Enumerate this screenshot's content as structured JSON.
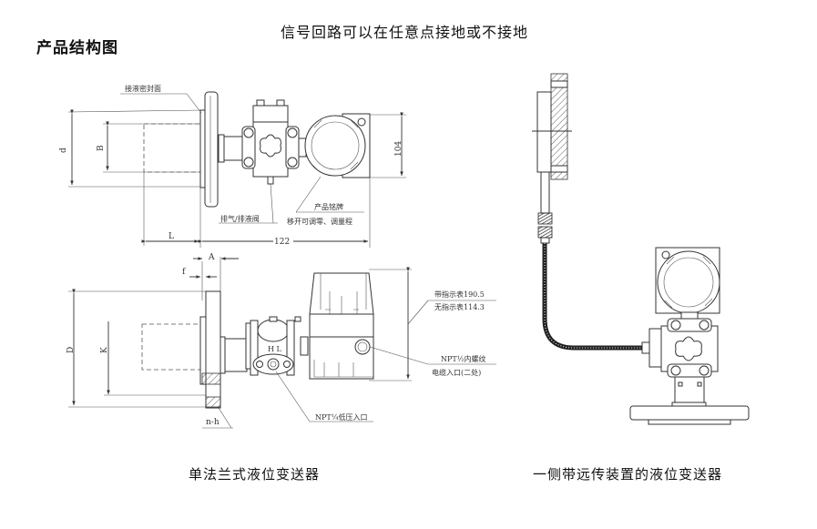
{
  "section_title": "产品结构图",
  "note": "信号回路可以在任意点接地或不接地",
  "figures": [
    {
      "caption": "单法兰式液位变送器",
      "top_view_labels": {
        "seal_face": "接液密封面",
        "vent_valve": "排气/排液阀",
        "nameplate_line1": "产品铭牌",
        "nameplate_line2": "移开可调零、调量程",
        "dim_d": "d",
        "dim_B": "B",
        "dim_L": "L",
        "dim_122": "122",
        "dim_104": "104"
      },
      "side_view_labels": {
        "dim_A": "A",
        "dim_f": "f",
        "dim_D": "D",
        "dim_K": "K",
        "dim_nh": "n-h",
        "with_indicator": "带指示表190.5",
        "without_indicator": "无指示表114.3",
        "cable_thread": "NPT½内螺纹",
        "cable_entry": "电缆入口(二处)",
        "low_pressure_inlet": "NPT¼低压入口",
        "hl_mark": "H  L"
      }
    },
    {
      "caption": "一侧带远传装置的液位变送器"
    }
  ]
}
